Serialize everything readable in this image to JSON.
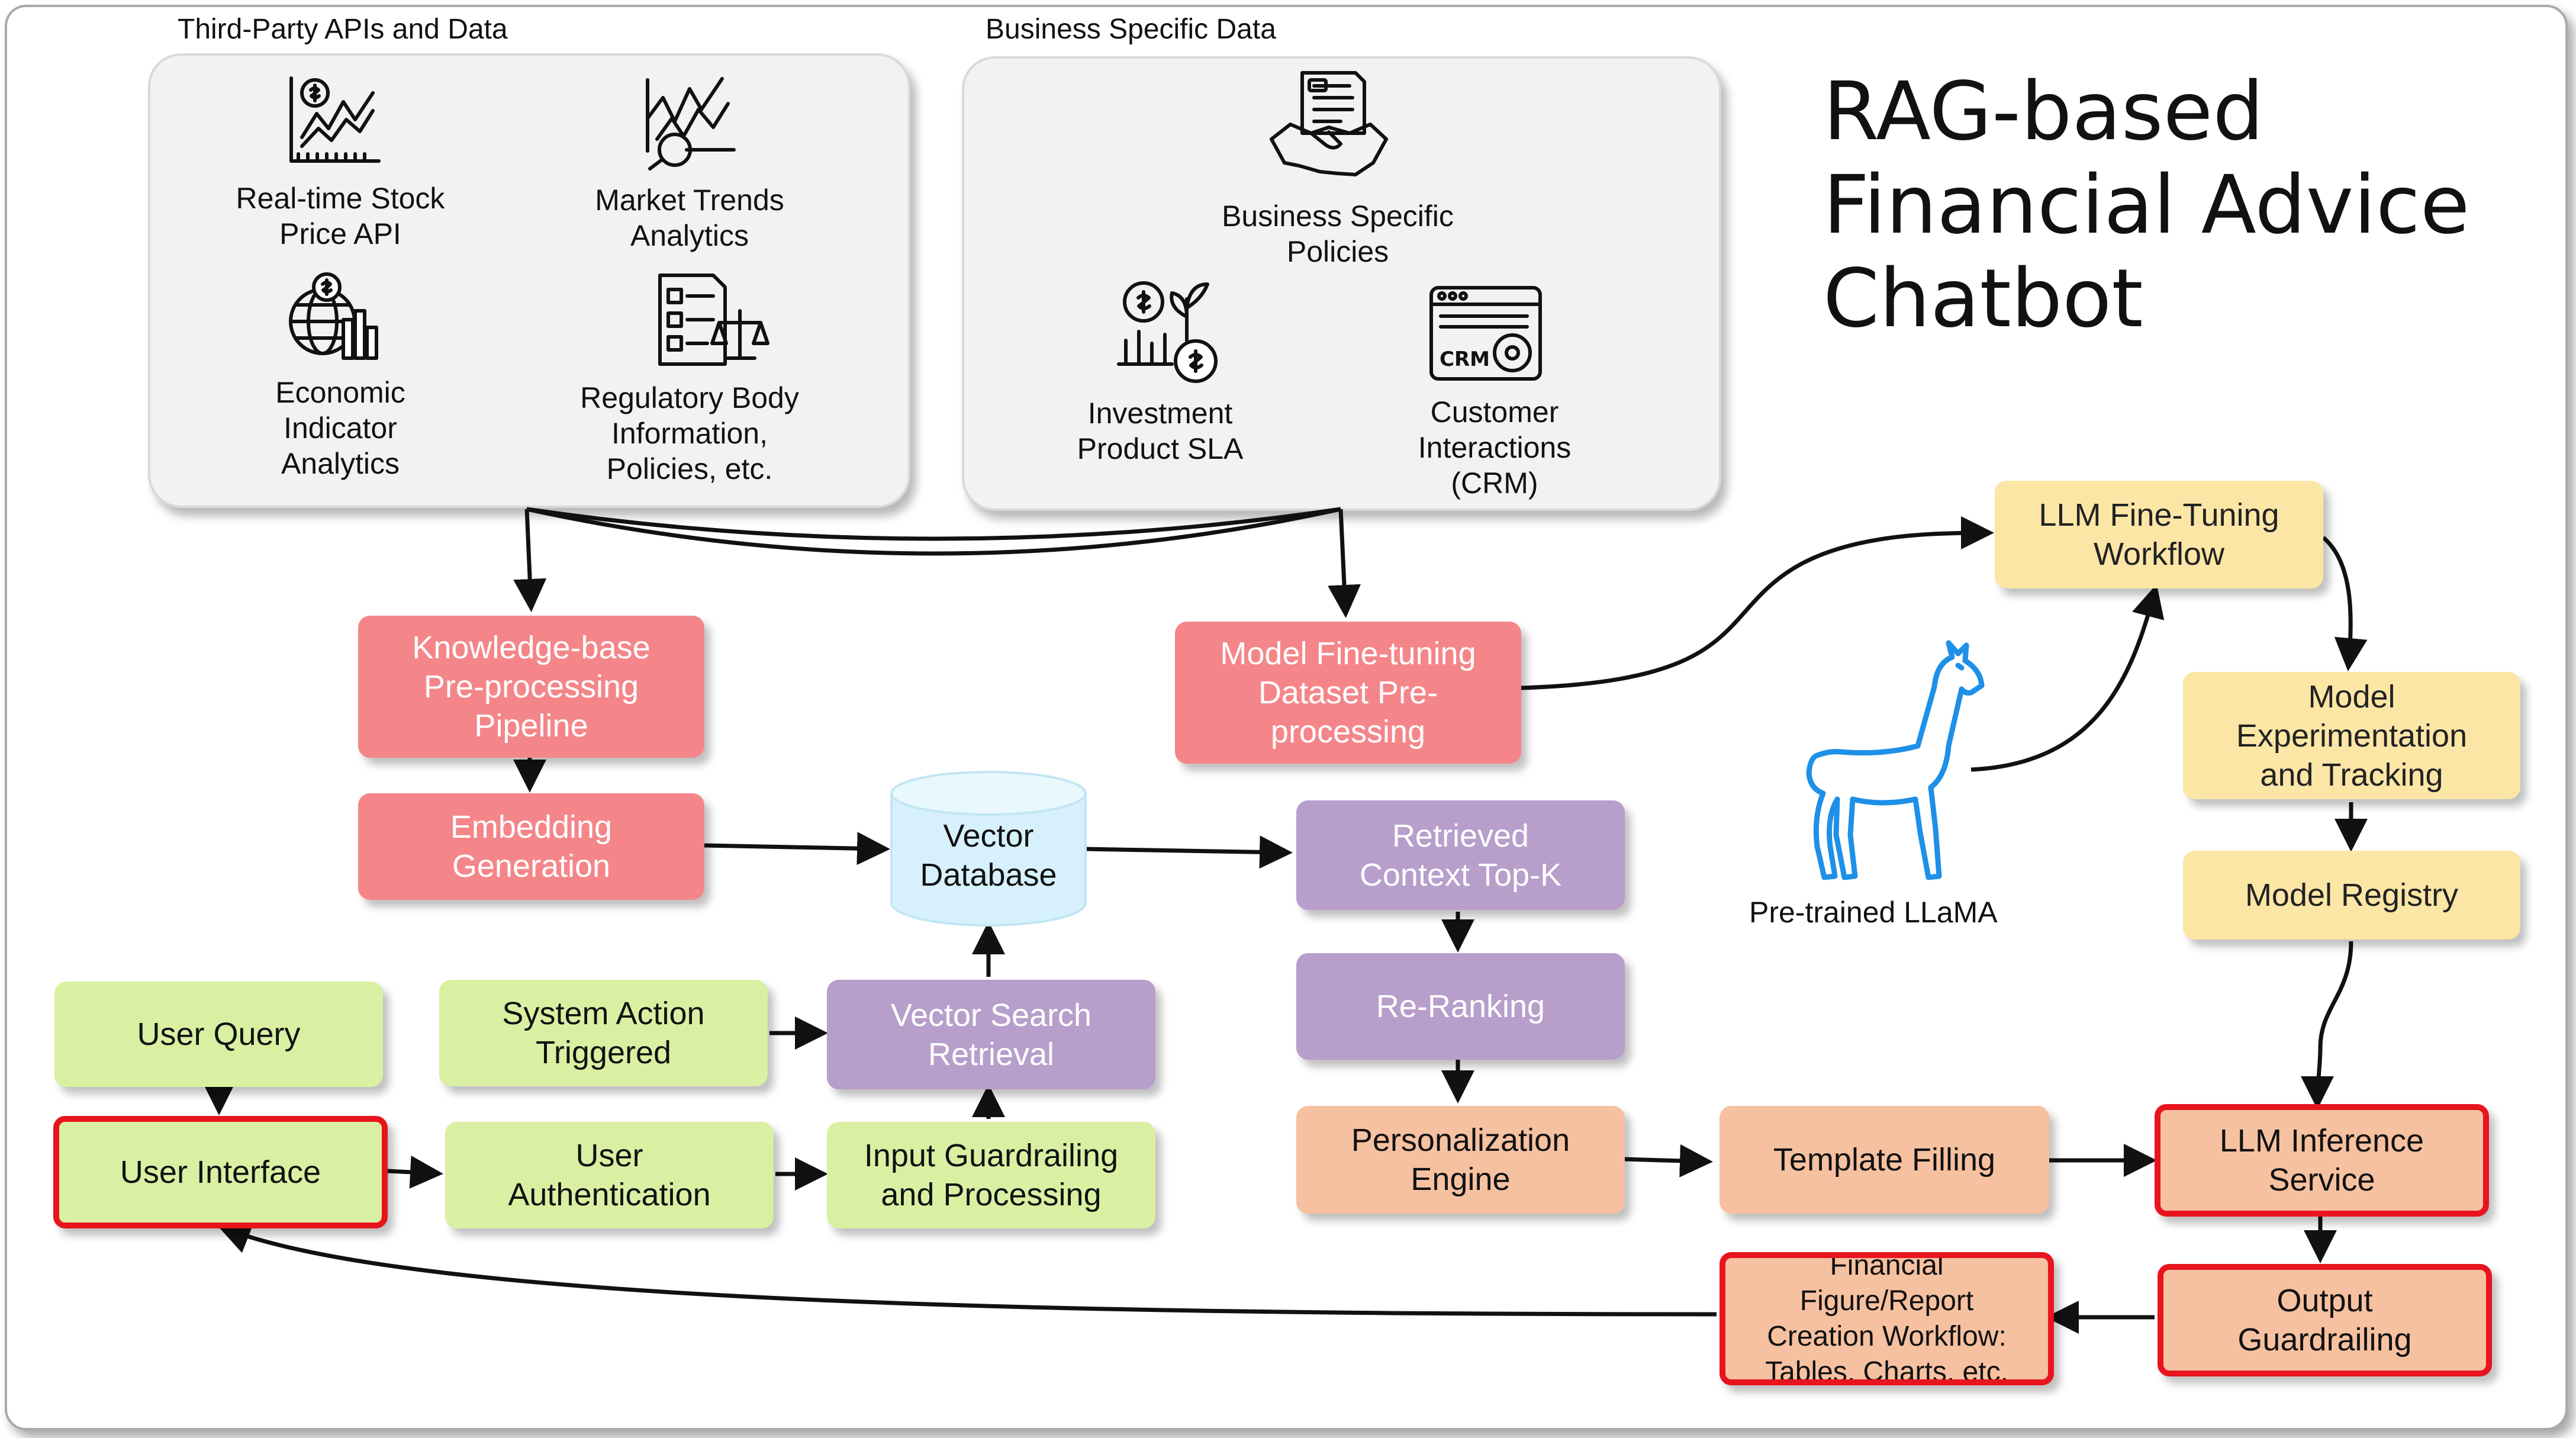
{
  "title": [
    "RAG-based",
    "Financial Advice",
    "Chatbot"
  ],
  "groups": {
    "third_party": {
      "label": "Third-Party APIs and Data",
      "items": [
        {
          "label": "Real-time Stock\nPrice API",
          "icon": "stock-chart-icon"
        },
        {
          "label": "Market Trends\nAnalytics",
          "icon": "trend-analysis-icon"
        },
        {
          "label": "Economic\nIndicator\nAnalytics",
          "icon": "globe-dollar-icon"
        },
        {
          "label": "Regulatory Body\nInformation,\nPolicies, etc.",
          "icon": "document-scales-icon"
        }
      ]
    },
    "business": {
      "label": "Business Specific Data",
      "items": [
        {
          "label": "Business Specific\nPolicies",
          "icon": "policy-handshake-icon"
        },
        {
          "label": "Investment\nProduct SLA",
          "icon": "investment-growth-icon"
        },
        {
          "label": "Customer\nInteractions\n(CRM)",
          "icon": "crm-window-icon"
        }
      ]
    }
  },
  "nodes": {
    "kb_preprocessing": "Knowledge-base\nPre-processing\nPipeline",
    "embedding": "Embedding\nGeneration",
    "vector_db": "Vector\nDatabase",
    "model_finetuning_dataset": "Model Fine-tuning\nDataset Pre-\nprocessing",
    "retrieved_context": "Retrieved\nContext Top-K",
    "reranking": "Re-Ranking",
    "personalization": "Personalization\nEngine",
    "template_filling": "Template Filling",
    "llm_inference": "LLM Inference\nService",
    "output_guardrailing": "Output\nGuardrailing",
    "financial_report": "Financial\nFigure/Report\nCreation Workflow:\nTables, Charts, etc.",
    "llm_finetuning": "LLM Fine-Tuning\nWorkflow",
    "model_experimentation": "Model\nExperimentation\nand Tracking",
    "model_registry": "Model Registry",
    "pretrained_llama": "Pre-trained LLaMA",
    "user_query": "User Query",
    "user_interface": "User Interface",
    "user_authentication": "User\nAuthentication",
    "input_guardrailing": "Input Guardrailing\nand Processing",
    "system_action": "System Action\nTriggered",
    "vector_search": "Vector Search\nRetrieval"
  },
  "colors": {
    "red": "#f4868a",
    "purple": "#b79ecb",
    "green": "#d9f0a3",
    "peach": "#f6c1a0",
    "yellow": "#fbe6a6",
    "database": "#d6f1fb",
    "highlight_border": "#e8141e",
    "llama": "#1e90e8"
  },
  "icons": [
    "llama-icon",
    "database-cylinder-icon"
  ]
}
